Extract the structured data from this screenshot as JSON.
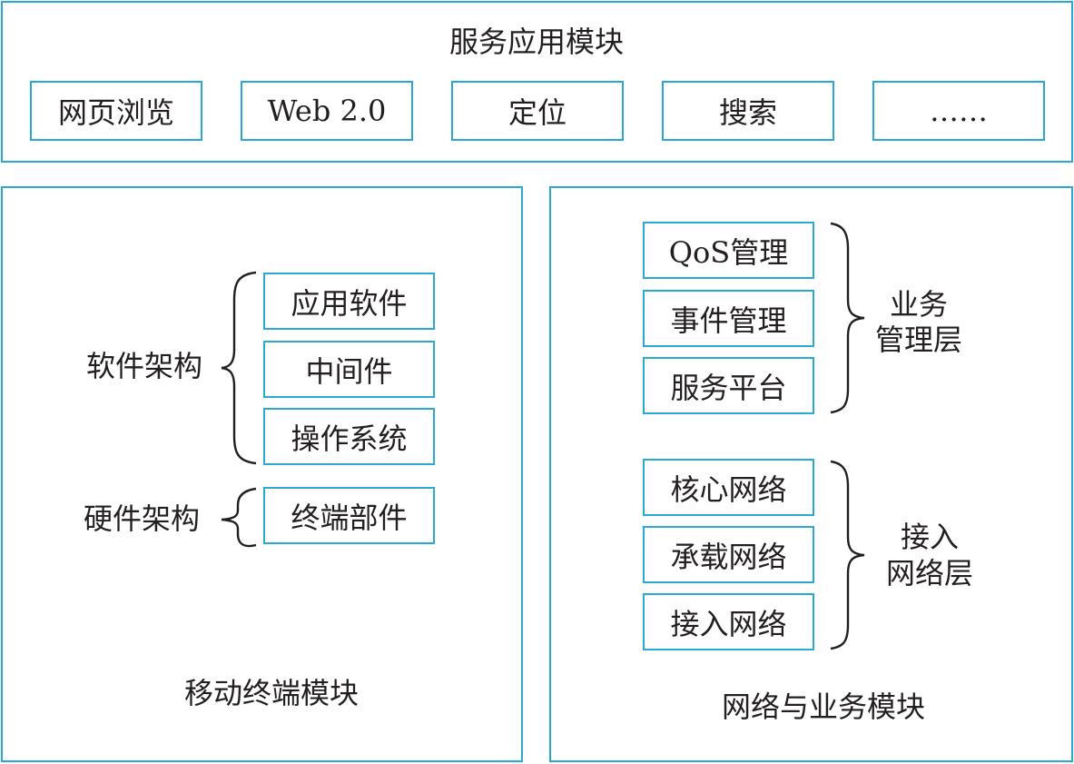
{
  "service_module": {
    "title": "服务应用模块",
    "items": [
      "网页浏览",
      "Web 2.0",
      "定位",
      "搜索",
      "……"
    ]
  },
  "mobile_module": {
    "title": "移动终端模块",
    "software_label": "软件架构",
    "software_items": [
      "应用软件",
      "中间件",
      "操作系统"
    ],
    "hardware_label": "硬件架构",
    "hardware_items": [
      "终端部件"
    ]
  },
  "network_module": {
    "title": "网络与业务模块",
    "business_layer_label_line1": "业务",
    "business_layer_label_line2": "管理层",
    "business_items": [
      "QoS管理",
      "事件管理",
      "服务平台"
    ],
    "access_layer_label_line1": "接入",
    "access_layer_label_line2": "网络层",
    "access_items": [
      "核心网络",
      "承载网络",
      "接入网络"
    ]
  },
  "colors": {
    "border": "#2aa9d2",
    "text": "#231f20"
  }
}
